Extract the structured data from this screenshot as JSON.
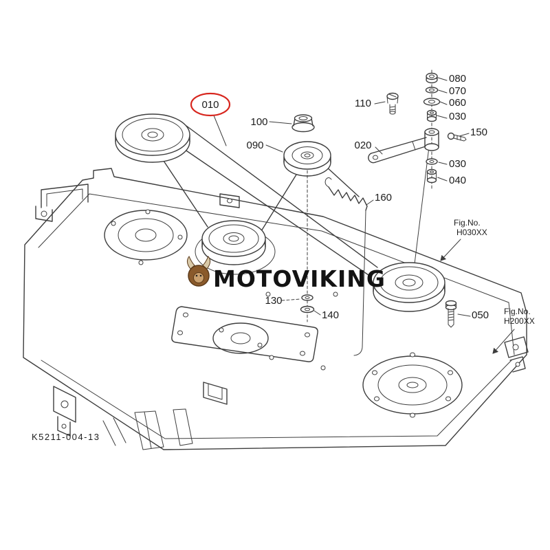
{
  "colors": {
    "line": "#3d3d3d",
    "highlight": "#d7261e",
    "text": "#1c1c1c"
  },
  "watermark": {
    "text": "MOTOVIKING",
    "logo": "viking-head"
  },
  "drawing_number": "K5211-004-13",
  "callouts": {
    "c010": "010",
    "c020": "020",
    "c030_upper": "030",
    "c030_lower": "030",
    "c040": "040",
    "c050": "050",
    "c060": "060",
    "c070": "070",
    "c080": "080",
    "c090": "090",
    "c100": "100",
    "c110": "110",
    "c130": "130",
    "c140": "140",
    "c150": "150",
    "c160": "160"
  },
  "fig_refs": {
    "h030": {
      "label": "Fig.No.",
      "code": "H030XX"
    },
    "h200": {
      "label": "Fig.No.",
      "code": "H200XX"
    }
  }
}
